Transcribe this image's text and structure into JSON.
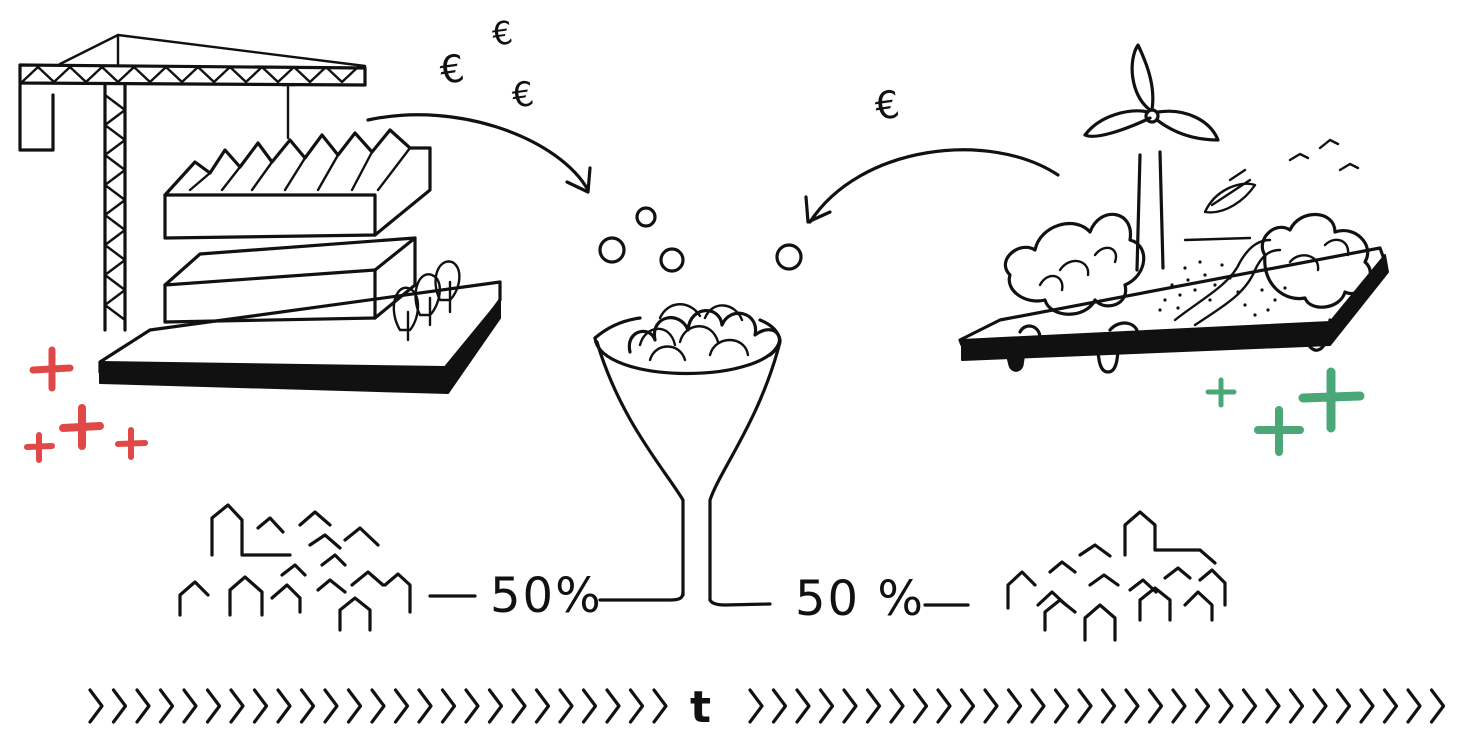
{
  "labels": {
    "percent_left": "50%",
    "percent_right": "50 %",
    "time_axis": "t",
    "currency": "€"
  },
  "colors": {
    "ink": "#111111",
    "negative_plus": "#e04848",
    "positive_plus": "#4aa878",
    "background": "#ffffff"
  },
  "icons": {
    "left_scene": "construction-crane-factory-icon",
    "right_scene": "wind-turbine-nature-icon",
    "center": "funnel-icon",
    "settlements": "village-icon"
  }
}
